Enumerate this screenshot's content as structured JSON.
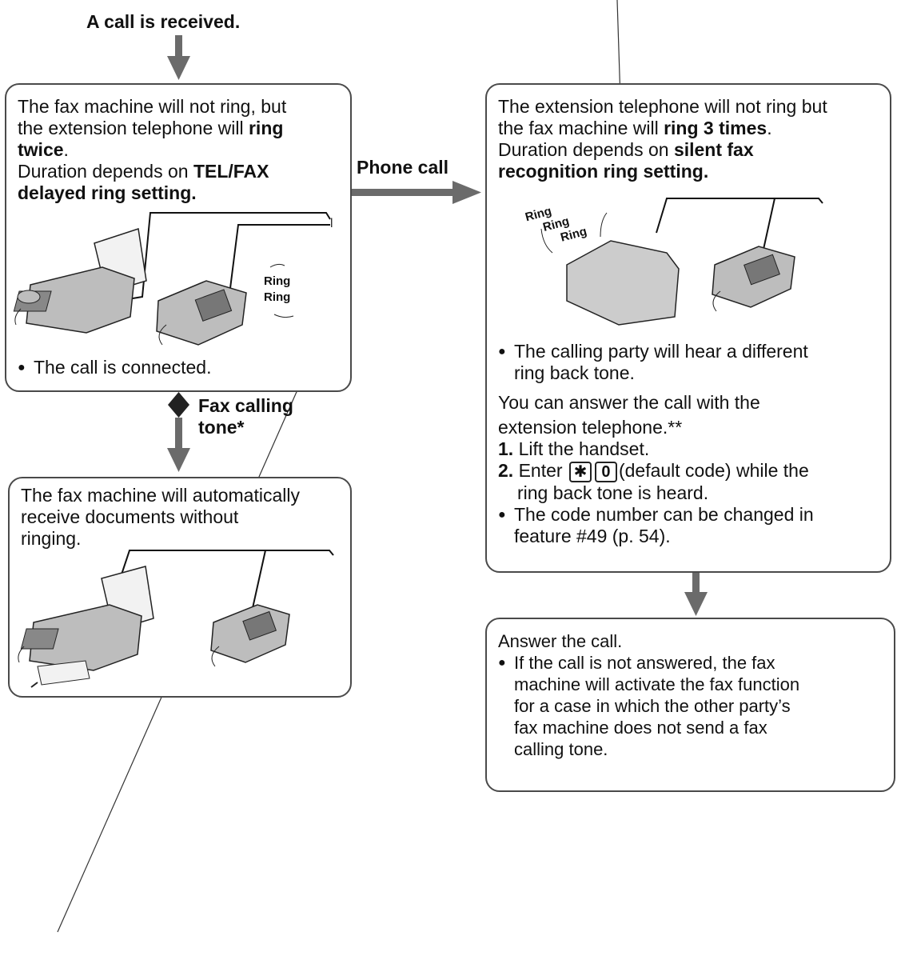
{
  "start": {
    "label": "A call is received."
  },
  "phone_call_label": "Phone call",
  "fax_tone_label": {
    "line1": "Fax calling",
    "line2": "tone*"
  },
  "box_left_top": {
    "l1": "The fax machine will not ring, but",
    "l2a": "the extension telephone will ",
    "l2b": "ring",
    "l3a": "twice",
    "l3b": ".",
    "l4a": "Duration depends on ",
    "l4b": "TEL/FAX",
    "l5": "delayed ring setting.",
    "ring1": "Ring",
    "ring2": "Ring",
    "bullet": "The call is connected."
  },
  "box_left_bottom": {
    "l1": "The fax machine will automatically",
    "l2": "receive documents without",
    "l3": "ringing."
  },
  "box_right_top": {
    "l1": "The extension telephone will not ring but",
    "l2a": "the fax machine will ",
    "l2b": "ring 3 times",
    "l2c": ".",
    "l3a": "Duration depends on ",
    "l3b": "silent fax",
    "l4": "recognition ring setting.",
    "ring1": "Ring",
    "ring2": "Ring",
    "ring3": "Ring",
    "b1a": "The calling party will hear a different",
    "b1b": "ring back tone.",
    "p1": "You can answer the call with the",
    "p2": "extension telephone.**",
    "s1n": "1.",
    "s1": " Lift the handset.",
    "s2n": "2.",
    "s2a": " Enter ",
    "key1": "✱",
    "key2": "0",
    "s2b": "(default code) while the",
    "s2c": "ring back tone is heard.",
    "b2a": "The code number can be changed in",
    "b2b": "feature #49 (p. 54)."
  },
  "box_right_bottom": {
    "l1": "Answer the call.",
    "b1": "If the call is not answered, the fax",
    "b2": "machine will activate the fax function",
    "b3": "for a case in which the other party’s",
    "b4": "fax machine does not send a fax",
    "b5": "calling tone."
  },
  "colors": {
    "arrow": "#6b6b6b",
    "border": "#4a4a4a",
    "device": "#bdbdbd"
  }
}
